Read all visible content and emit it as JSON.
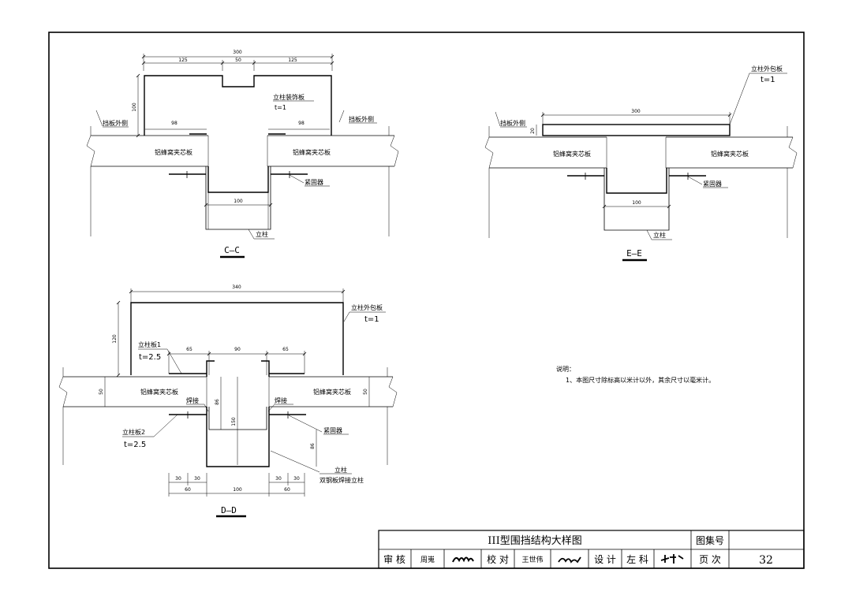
{
  "sections": {
    "cc": {
      "title": "C—C",
      "dim_total": "300",
      "dim_left": "125",
      "dim_mid": "50",
      "dim_right": "125",
      "dim_height": "100",
      "dim_left_98": "98",
      "dim_right_98": "98",
      "dim_bottom": "100",
      "label_left_outer": "挡板外侧",
      "label_right_outer": "挡板外侧",
      "label_panel_left": "铝蜂窝夹芯板",
      "label_panel_right": "铝蜂窝夹芯板",
      "label_trim": "立柱装饰板",
      "label_trim_t": "t=1",
      "label_fastener": "紧固器",
      "label_column": "立柱"
    },
    "ee": {
      "title": "E—E",
      "dim_total": "300",
      "dim_height": "20",
      "dim_bottom": "100",
      "label_outer": "挡板外侧",
      "label_cover": "立柱外包板",
      "label_cover_t": "t=1",
      "label_panel_left": "铝蜂窝夹芯板",
      "label_panel_right": "铝蜂窝夹芯板",
      "label_fastener": "紧固器",
      "label_column": "立柱"
    },
    "dd": {
      "title": "D—D",
      "dim_total": "340",
      "dim_height": "120",
      "dim_65a": "65",
      "dim_90": "90",
      "dim_65b": "65",
      "dim_50_left": "50",
      "dim_50_right": "50",
      "dim_86a": "86",
      "dim_150": "150",
      "dim_86b": "86",
      "dim_30a": "30",
      "dim_30b": "30",
      "dim_60a": "60",
      "dim_100": "100",
      "dim_30c": "30",
      "dim_30d": "30",
      "dim_60b": "60",
      "label_plate1": "立柱板1",
      "label_plate1_t": "t=2.5",
      "label_plate2": "立柱板2",
      "label_plate2_t": "t=2.5",
      "label_weld_left": "焊接",
      "label_weld_right": "焊接",
      "label_cover": "立柱外包板",
      "label_cover_t": "t=1",
      "label_panel_left": "铝蜂窝夹芯板",
      "label_panel_right": "铝蜂窝夹芯板",
      "label_fastener": "紧固器",
      "label_column": "立柱",
      "label_column_desc": "双钢板焊接立柱"
    }
  },
  "notes": {
    "heading": "说明：",
    "item1": "1、本图尺寸除标高以米计以外，其余尺寸以毫米计。"
  },
  "title_block": {
    "title": "III型围挡结构大样图",
    "atlas_label": "图集号",
    "atlas_value": "",
    "review_label": "审  核",
    "review_name": "周嵬",
    "check_label": "校  对",
    "check_name": "王世伟",
    "design_label": "设  计",
    "design_name": "左  科",
    "page_label": "页  次",
    "page_number": "32"
  }
}
